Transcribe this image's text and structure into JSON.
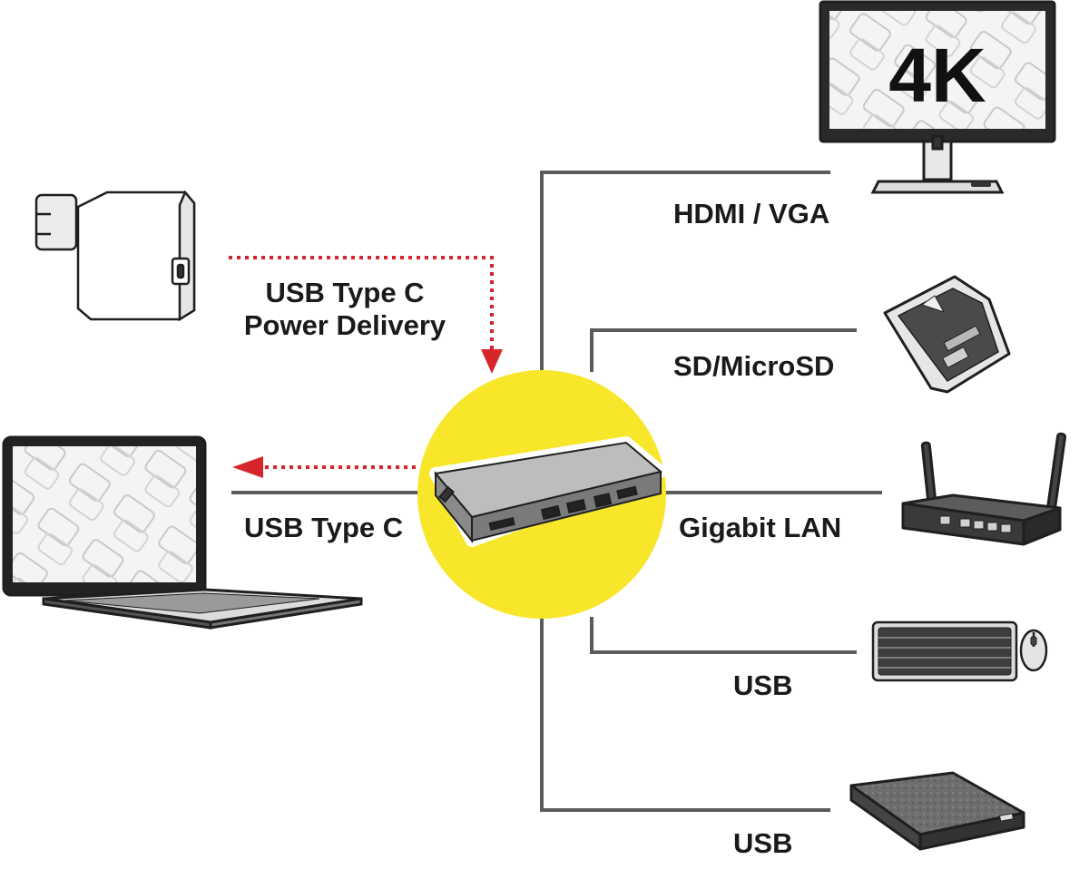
{
  "colors": {
    "hub_circle": "#f7e62a",
    "connector_line": "#5b5b5b",
    "power_arrow": "#d6262b",
    "device_outline": "#1f1f1f",
    "background": "#ffffff"
  },
  "monitor": {
    "badge": "4K",
    "icon": "monitor-icon"
  },
  "labels": {
    "power_line1": "USB Type C",
    "power_line2": "Power Delivery",
    "laptop": "USB Type C",
    "hdmi": "HDMI / VGA",
    "sd": "SD/MicroSD",
    "lan": "Gigabit LAN",
    "usb_keyboard": "USB",
    "usb_drive": "USB"
  },
  "icons": [
    "power-adapter-icon",
    "laptop-icon",
    "usb-c-hub-icon",
    "monitor-icon",
    "sd-card-icon",
    "router-icon",
    "keyboard-icon",
    "mouse-icon",
    "external-drive-icon"
  ]
}
